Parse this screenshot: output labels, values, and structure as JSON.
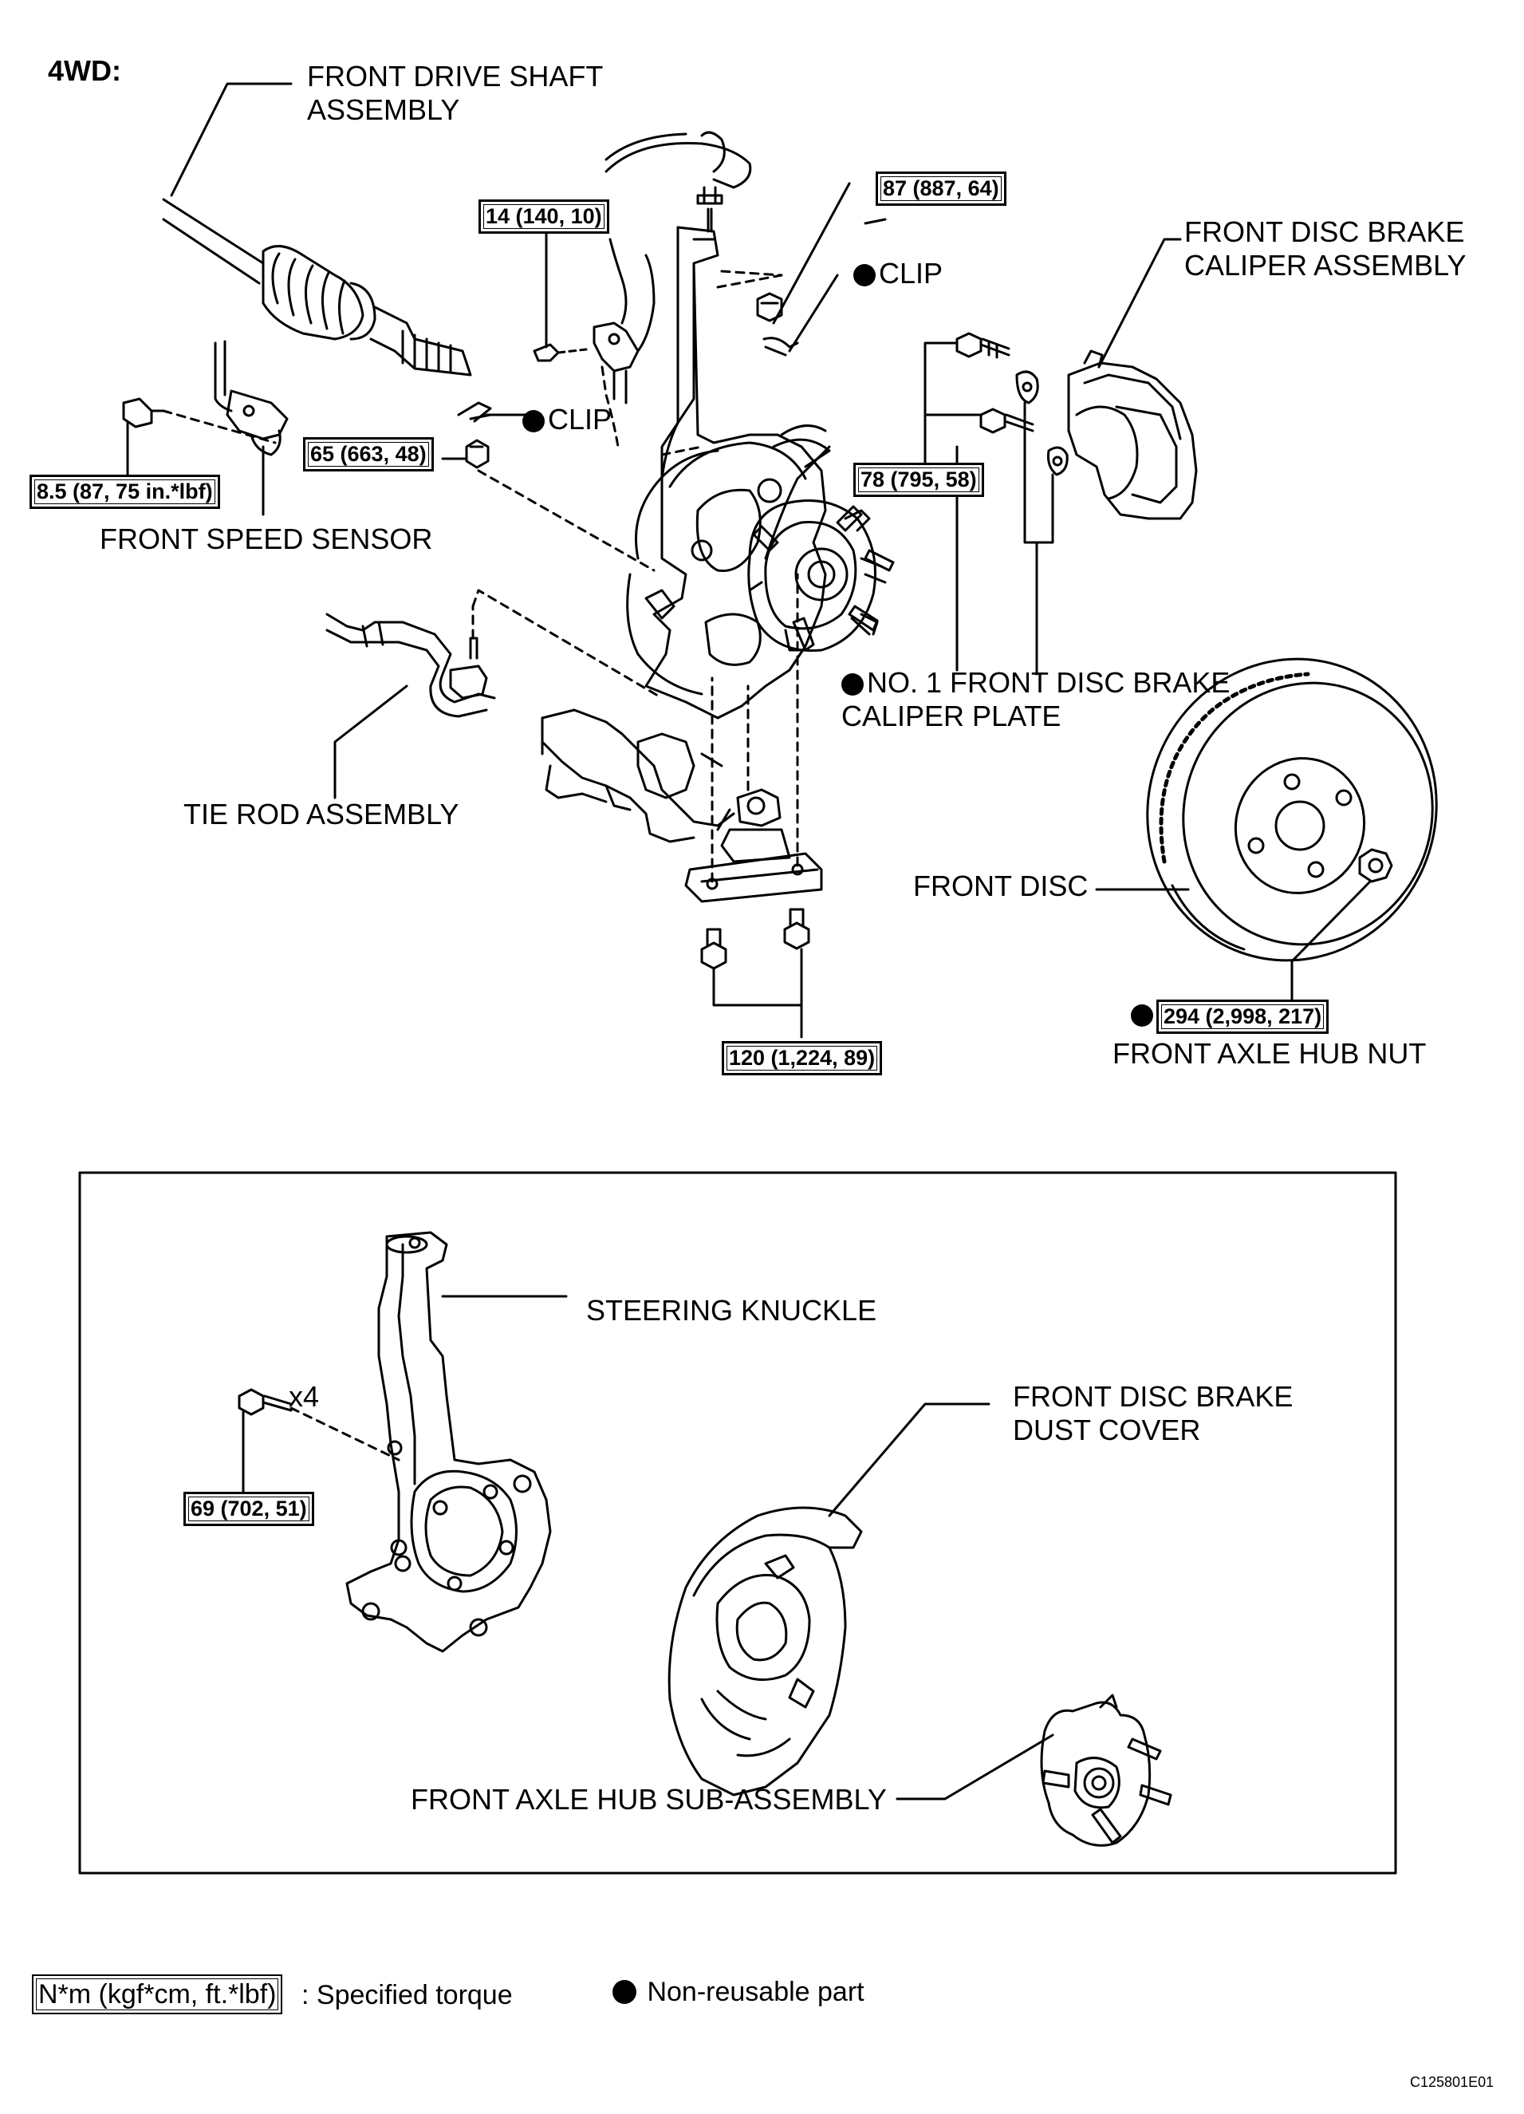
{
  "header": {
    "title": "4WD:"
  },
  "labels": {
    "front_drive_shaft": "FRONT DRIVE SHAFT\nASSEMBLY",
    "clip_upper": "CLIP",
    "clip_lower": "CLIP",
    "front_disc_brake_caliper": "FRONT DISC BRAKE\nCALIPER ASSEMBLY",
    "front_speed_sensor": "FRONT SPEED SENSOR",
    "caliper_plate": "NO. 1 FRONT DISC BRAKE\nCALIPER PLATE",
    "tie_rod": "TIE ROD ASSEMBLY",
    "front_disc": "FRONT DISC",
    "front_axle_hub_nut": "FRONT AXLE HUB NUT",
    "steering_knuckle": "STEERING KNUCKLE",
    "dust_cover": "FRONT DISC BRAKE\nDUST COVER",
    "hub_sub_assembly": "FRONT AXLE HUB SUB-ASSEMBLY",
    "x4": "x4"
  },
  "torques": {
    "t14": "14 (140, 10)",
    "t87": "87 (887, 64)",
    "t65": "65 (663, 48)",
    "t85": "8.5 (87, 75 in.*lbf)",
    "t78": "78 (795, 58)",
    "t120": "120 (1,224, 89)",
    "t294": "294 (2,998, 217)",
    "t69": "69 (702, 51)"
  },
  "legend": {
    "torque_unit": "N*m (kgf*cm, ft.*lbf)",
    "torque_text": ": Specified torque",
    "nonreusable_text": "Non-reusable part"
  },
  "footer": {
    "figure_code": "C125801E01"
  }
}
